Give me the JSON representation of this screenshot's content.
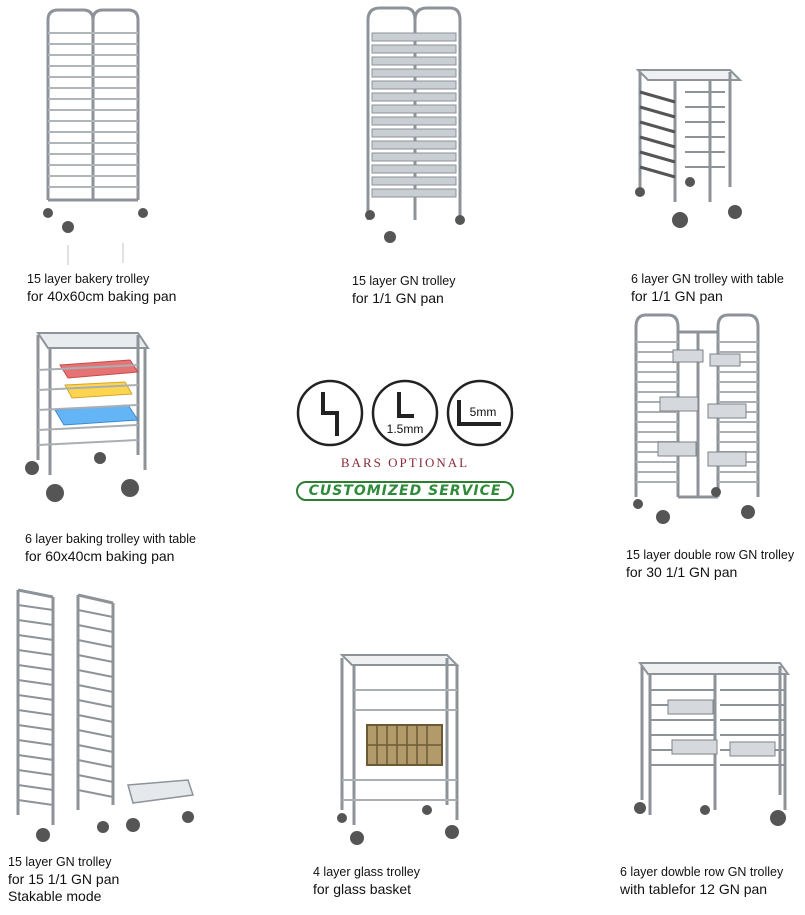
{
  "products": [
    {
      "line1": "15 layer bakery trolley",
      "line2": "for 40x60cm baking pan"
    },
    {
      "line1": "15 layer GN trolley",
      "line2": "for 1/1 GN pan"
    },
    {
      "line1": "6 layer GN trolley with table",
      "line2": "for 1/1 GN pan"
    },
    {
      "line1": "6 layer baking trolley with table",
      "line2": "for 60x40cm baking pan"
    },
    {
      "line1": "15 layer double row GN trolley",
      "line2": "for 30 1/1 GN pan"
    },
    {
      "line1": "15 layer GN trolley",
      "line2": "for 15 1/1 GN pan",
      "line3": "Stakable mode"
    },
    {
      "line1": "4 layer glass trolley",
      "line2": "for glass basket"
    },
    {
      "line1": "6 layer dowble row GN trolley",
      "line2": "with tablefor 12 GN pan"
    }
  ],
  "options": {
    "bar_labels": [
      "1.5mm",
      "5mm"
    ],
    "bars_optional": "BARS OPTIONAL",
    "customized": "CUSTOMIZED SERVICE"
  },
  "colors": {
    "metal": "#8d9399",
    "accent_red": "#8a2a3a",
    "accent_green": "#2e8b3a"
  }
}
